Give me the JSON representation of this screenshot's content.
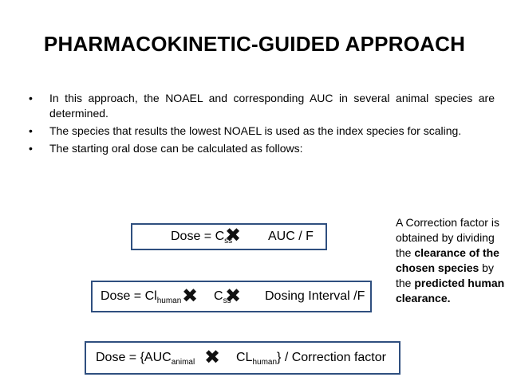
{
  "title": "PHARMACOKINETIC-GUIDED APPROACH",
  "bullets": [
    "In this approach, the NOAEL and corresponding AUC in several animal species are determined.",
    "The species that results the lowest NOAEL is used as the index species for scaling.",
    "The starting oral dose can be calculated as follows:"
  ],
  "bullet_symbol": "•",
  "multiply_icon": "heavy-multiplication-x-icon",
  "equations": {
    "eq1": {
      "left": "Dose = C",
      "sub": "ss",
      "right": "AUC / F"
    },
    "eq2": {
      "part1": "Dose = Cl",
      "sub1": "human",
      "part2": "C",
      "sub2": "ss",
      "part3": "Dosing Interval /F"
    },
    "eq3": {
      "part1": "Dose = {AUC",
      "sub1": "animal",
      "part2": "CL",
      "sub2": "human",
      "part3": "} / Correction factor"
    }
  },
  "side_note": {
    "text1": "A Correction factor is obtained by dividing the ",
    "bold1": "clearance of the chosen species",
    "text2": " by the ",
    "bold2": "predicted human clearance."
  }
}
